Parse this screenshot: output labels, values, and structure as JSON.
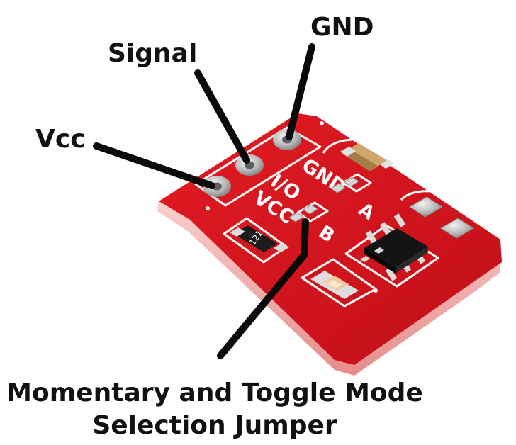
{
  "labels": {
    "gnd": "GND",
    "signal": "Signal",
    "vcc": "Vcc",
    "caption_line1": "Momentary and Toggle Mode",
    "caption_line2": "Selection Jumper"
  },
  "silkscreen": {
    "gnd": "GND",
    "io": "I/O",
    "vcc": "VCC",
    "pad_a": "A",
    "pad_b": "B",
    "resistor_code": "121"
  },
  "colors": {
    "pcb": "#d0121b",
    "pcb_edge": "#f3b6b4",
    "silkscreen": "#ffffff",
    "pad": "#c9c9c9",
    "leader_line": "#0a0a0a"
  }
}
